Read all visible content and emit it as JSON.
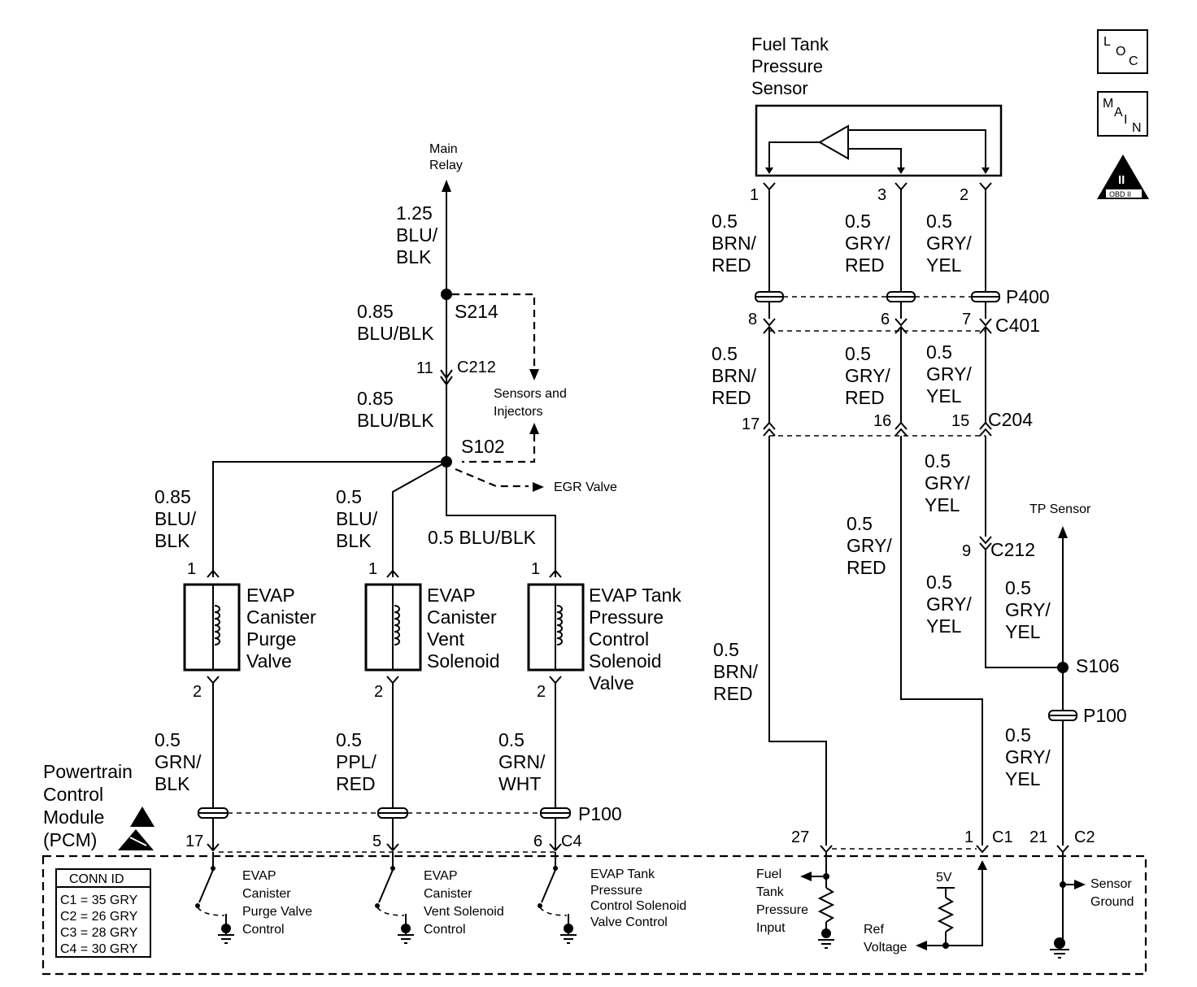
{
  "badges": {
    "loc_l": "L",
    "loc_o": "O",
    "loc_c": "C",
    "main_m": "M",
    "main_a": "A",
    "main_i": "I",
    "main_n": "N",
    "obd_roman": "II",
    "obd_text": "OBD II"
  },
  "sensor": {
    "title": [
      "Fuel Tank",
      "Pressure",
      "Sensor"
    ],
    "pins": [
      "1",
      "3",
      "2"
    ]
  },
  "relay": {
    "label": [
      "Main",
      "Relay"
    ]
  },
  "wires": {
    "main_relay": [
      "1.25",
      "BLU/",
      "BLK"
    ],
    "s214_below": [
      "0.85",
      "BLU/BLK"
    ],
    "c212_below": [
      "0.85",
      "BLU/BLK"
    ],
    "purge_feed": [
      "0.85",
      "BLU/",
      "BLK"
    ],
    "vent_feed": [
      "0.5",
      "BLU/",
      "BLK"
    ],
    "tank_feed": "0.5 BLU/BLK",
    "purge_out": [
      "0.5",
      "GRN/",
      "BLK"
    ],
    "vent_out": [
      "0.5",
      "PPL/",
      "RED"
    ],
    "tank_out": [
      "0.5",
      "GRN/",
      "WHT"
    ],
    "fts_brn_top": [
      "0.5",
      "BRN/",
      "RED"
    ],
    "fts_gry_red_top": [
      "0.5",
      "GRY/",
      "RED"
    ],
    "fts_gry_yel_top": [
      "0.5",
      "GRY/",
      "YEL"
    ],
    "fts_brn_mid": [
      "0.5",
      "BRN/",
      "RED"
    ],
    "fts_gry_red_mid": [
      "0.5",
      "GRY/",
      "RED"
    ],
    "fts_gry_yel_mid": [
      "0.5",
      "GRY/",
      "YEL"
    ],
    "gry_yel_c204": [
      "0.5",
      "GRY/",
      "YEL"
    ],
    "gry_red_low": [
      "0.5",
      "GRY/",
      "RED"
    ],
    "gry_yel_c212": [
      "0.5",
      "GRY/",
      "YEL"
    ],
    "tp_gry_yel": [
      "0.5",
      "GRY/",
      "YEL"
    ],
    "brn_low": [
      "0.5",
      "BRN/",
      "RED"
    ],
    "c2_gry_yel": [
      "0.5",
      "GRY/",
      "YEL"
    ]
  },
  "splices": {
    "s214": "S214",
    "s102": "S102",
    "s106": "S106"
  },
  "connectors": {
    "c212_pin": "11",
    "c212": "C212",
    "p400": "P400",
    "c401": "C401",
    "c401_pins": [
      "8",
      "6",
      "7"
    ],
    "c204": "C204",
    "c204_pins": [
      "17",
      "16",
      "15"
    ],
    "c212b_pin": "9",
    "c212b": "C212",
    "p100_right": "P100",
    "p100_left": "P100",
    "c4": "C4",
    "c4_pins": [
      "17",
      "5",
      "6"
    ],
    "c1": "C1",
    "c1_pins": [
      "27",
      "1"
    ],
    "c2": "C2",
    "c2_pin": "21"
  },
  "dest": {
    "sensors_injectors": [
      "Sensors and",
      "Injectors"
    ],
    "egr": "EGR Valve",
    "tp_sensor": "TP Sensor"
  },
  "components": {
    "purge": [
      "EVAP",
      "Canister",
      "Purge",
      "Valve"
    ],
    "vent": [
      "EVAP",
      "Canister",
      "Vent",
      "Solenoid"
    ],
    "tank": [
      "EVAP Tank",
      "Pressure",
      "Control",
      "Solenoid",
      "Valve"
    ],
    "pin_top": "1",
    "pin_bottom": "2"
  },
  "pcm": {
    "title": [
      "Powertrain",
      "Control",
      "Module",
      "(PCM)"
    ],
    "conn_header": "CONN ID",
    "conn_rows": [
      "C1 = 35 GRY",
      "C2 = 26 GRY",
      "C3 = 28 GRY",
      "C4 = 30 GRY"
    ],
    "purge_ctrl": [
      "EVAP",
      "Canister",
      "Purge Valve",
      "Control"
    ],
    "vent_ctrl": [
      "EVAP",
      "Canister",
      "Vent Solenoid",
      "Control"
    ],
    "tank_ctrl": [
      "EVAP Tank",
      "Pressure",
      "Control Solenoid",
      "Valve Control"
    ],
    "fuel_input": [
      "Fuel",
      "Tank",
      "Pressure",
      "Input"
    ],
    "five_v": "5V",
    "ref_voltage": [
      "Ref",
      "Voltage"
    ],
    "sensor_ground": [
      "Sensor",
      "Ground"
    ]
  }
}
